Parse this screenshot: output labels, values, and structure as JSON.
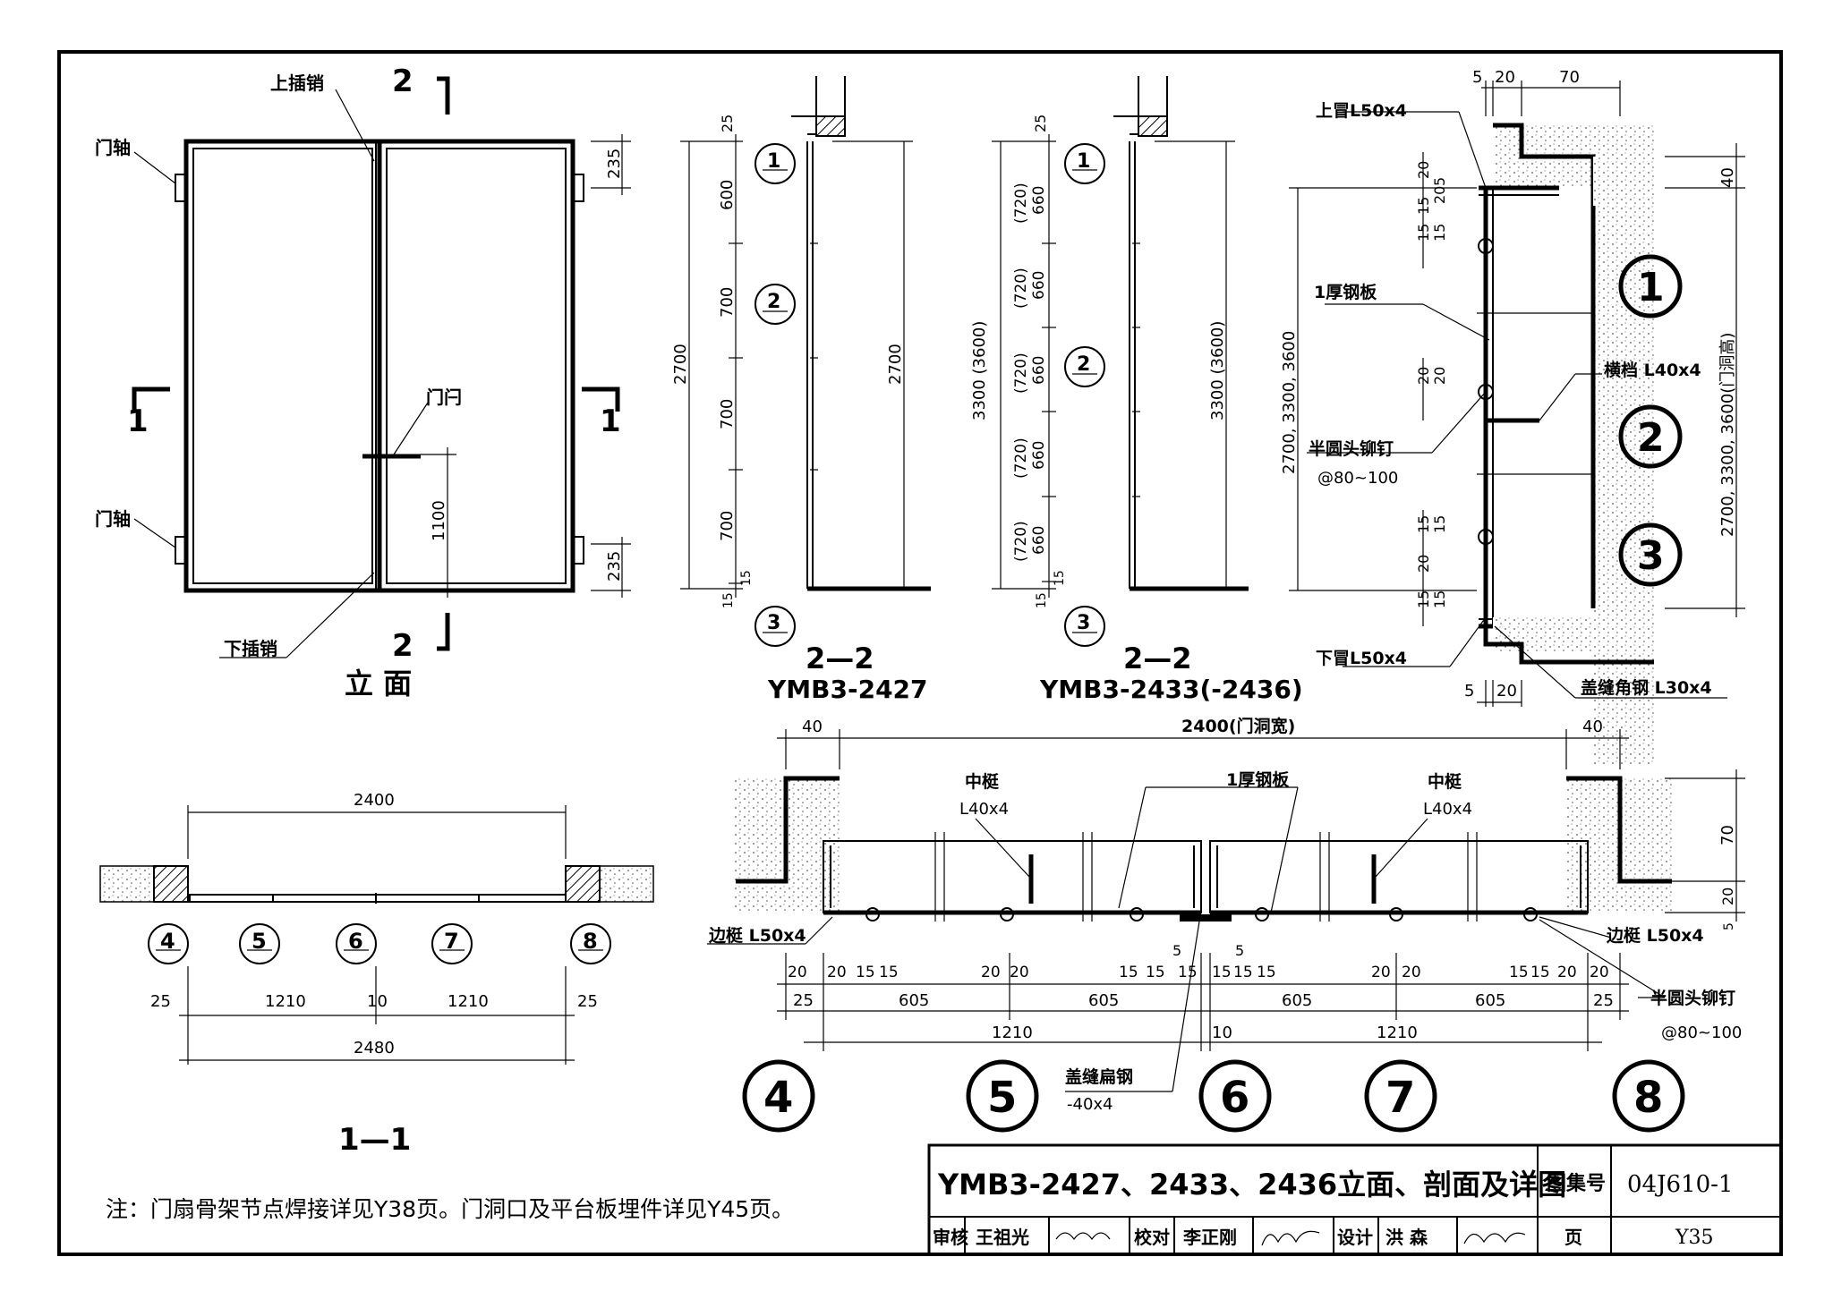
{
  "elevation": {
    "title": "立 面",
    "top_bolt": "上插销",
    "bottom_bolt": "下插销",
    "hinge_top": "门轴",
    "hinge_bottom": "门轴",
    "latch": "门闩",
    "dim_235_top": "235",
    "dim_235_bottom": "235",
    "dim_1100": "1100",
    "cut_2_top": "2",
    "cut_2_bottom": "2",
    "cut_1_left": "1",
    "cut_1_right": "1"
  },
  "section_2427": {
    "title": "2—2",
    "subtitle": "YMB3-2427",
    "dims": [
      "25",
      "600",
      "700",
      "700",
      "700",
      "15",
      "15"
    ],
    "overall": "2700",
    "overall_right": "2700",
    "markers": [
      "1",
      "2",
      "3"
    ]
  },
  "section_2433": {
    "title": "2—2",
    "subtitle": "YMB3-2433(-2436)",
    "dims_top": "25",
    "dims": [
      "(720)\n660",
      "(720)\n660",
      "(720)\n660",
      "(720)\n660",
      "(720)\n660"
    ],
    "dim_lines": [
      "(720)",
      "660"
    ],
    "overall": "3300 (3600)",
    "overall_right": "3300 (3600)",
    "bottom": [
      "15",
      "15"
    ],
    "markers": [
      "1",
      "2",
      "3"
    ]
  },
  "detail_right": {
    "top_dims": [
      "5",
      "20",
      "70"
    ],
    "top_angle": "上冒L50x4",
    "plate": "1厚钢板",
    "rail": "横档 L40x4",
    "rivet": "半圆头铆钉",
    "rivet_spacing": "@80~100",
    "bottom_angle": "下冒L50x4",
    "cover_angle": "盖缝角钢 L30x4",
    "left_dims": [
      "20",
      "15",
      "20",
      "5",
      "15",
      "15",
      "20",
      "20",
      "15",
      "15",
      "20",
      "15",
      "15"
    ],
    "overall_left": "2700, 3300, 3600",
    "overall_right": "2700, 3300, 3600(门洞高)",
    "dim_40": "40",
    "bottom_dims": [
      "5",
      "20"
    ],
    "markers": [
      "1",
      "2",
      "3"
    ]
  },
  "section_1_1": {
    "title": "1—1",
    "dim_top": "2400",
    "dims": [
      "25",
      "1210",
      "10",
      "1210",
      "25"
    ],
    "dim_total": "2480",
    "markers": [
      "4",
      "5",
      "6",
      "7",
      "8"
    ]
  },
  "bottom_detail": {
    "top_dims": [
      "40",
      "2400(门洞宽)",
      "40"
    ],
    "mid_stile_left": "中梃",
    "mid_stile_left_size": "L40x4",
    "mid_stile_right": "中梃",
    "mid_stile_right_size": "L40x4",
    "plate": "1厚钢板",
    "edge_left": "边梃 L50x4",
    "edge_right": "边梃 L50x4",
    "right_dims": [
      "70",
      "20",
      "5"
    ],
    "rivet": "半圆头铆钉",
    "rivet_spacing": "@80~100",
    "cover_flat": "盖缝扁钢",
    "cover_flat_size": "-40x4",
    "dim_5a": "5",
    "dim_5b": "5",
    "row1": [
      "20",
      "20",
      "15",
      "15",
      "20",
      "20",
      "15",
      "15",
      "15",
      "15",
      "15",
      "15",
      "20",
      "20",
      "15",
      "15",
      "20",
      "20"
    ],
    "row2": [
      "25",
      "605",
      "605",
      "605",
      "605",
      "25"
    ],
    "row3": [
      "1210",
      "10",
      "1210"
    ],
    "markers": [
      "4",
      "5",
      "6",
      "7",
      "8"
    ]
  },
  "note": "注：门扇骨架节点焊接详见Y38页。门洞口及平台板埋件详见Y45页。",
  "title_block": {
    "title": "YMB3-2427、2433、2436立面、剖面及详图",
    "atlas_label": "图集号",
    "atlas_no": "04J610-1",
    "review_label": "审核",
    "reviewer": "王祖光",
    "check_label": "校对",
    "checker": "李正刚",
    "design_label": "设计",
    "designer": "洪 森",
    "page_label": "页",
    "page_no": "Y35"
  }
}
